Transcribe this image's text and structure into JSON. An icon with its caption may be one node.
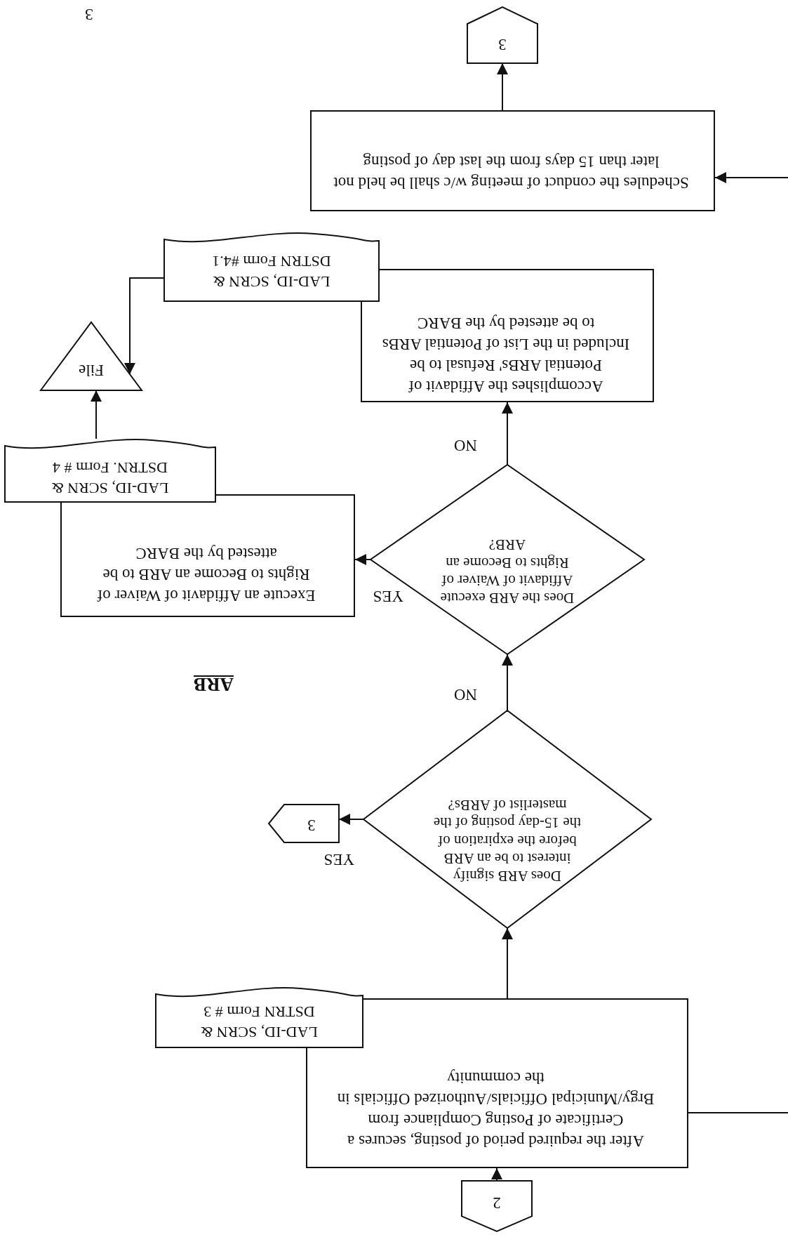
{
  "diagram": {
    "title": "ARB",
    "nodes": [
      {
        "text": [
          "2"
        ]
      },
      {
        "text": [
          "After the required period of posting, secures a Certificate of Posting Compliance from Brgy/Municipal Officials/Authorized Officials in the community"
        ]
      },
      {
        "text": [
          "LAD-ID, SCRN & DSTRN Form # 3"
        ]
      },
      {
        "text": [
          "Does ARB signify interest to be an ARB before the expiration of the 15-day posting of the masterlist of ARBs?"
        ]
      },
      {
        "text": [
          "3"
        ]
      },
      {
        "text": [
          "Does the ARB execute Affidavit of Waiver of Rights to Become an ARB?"
        ]
      },
      {
        "text": [
          "Execute an Affidavit of Waiver of Rights to Become an ARB to be attested by the BARC"
        ]
      },
      {
        "text": [
          "LAD-ID, SCRN & DSTRN. Form # 4"
        ]
      },
      {
        "text": [
          "File"
        ]
      },
      {
        "text": [
          "Accomplishes the Affidavit of Potential ARBs' Refusal to be Included in the List of Potential ARBs to be attested by the BARC"
        ]
      },
      {
        "text": [
          "LAD-ID, SCRN & DSTRN Form #4.1"
        ]
      },
      {
        "text": [
          "Schedules the conduct of meeting w/c shall be held not later than 15 days from the last day of posting"
        ]
      },
      {
        "text": [
          "3"
        ]
      }
    ],
    "edges": [
      {
        "from": 0,
        "to": 1,
        "arrow": "to"
      },
      {
        "from": null,
        "to": 1,
        "arrow": "none"
      },
      {
        "from": 1,
        "to": 3,
        "arrow": "to"
      },
      {
        "from": 3,
        "to": 4,
        "arrow": "to",
        "label": "YES"
      },
      {
        "from": 3,
        "to": 5,
        "arrow": "to",
        "label": "NO"
      },
      {
        "from": 5,
        "to": 6,
        "arrow": "to",
        "label": "YES"
      },
      {
        "from": 5,
        "to": 9,
        "arrow": "to",
        "label": "NO"
      },
      {
        "from": 7,
        "to": 8,
        "arrow": "to"
      },
      {
        "from": 10,
        "to": 8,
        "arrow": "to"
      },
      {
        "from": null,
        "to": 11,
        "arrow": "to"
      },
      {
        "from": 11,
        "to": 12,
        "arrow": "to"
      }
    ],
    "labels": [
      "3"
    ]
  }
}
